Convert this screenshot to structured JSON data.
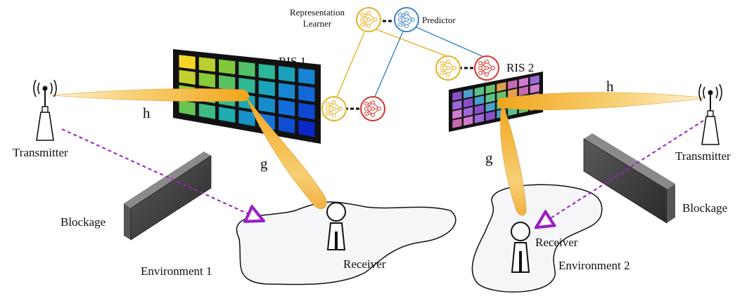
{
  "labels": {
    "representation_learner_line1": "Representation",
    "representation_learner_line2": "Learner",
    "predictor": "Predictor",
    "ris1": "RIS 1",
    "ris2": "RIS 2",
    "h_left": "h",
    "h_right": "h",
    "g_left": "g",
    "g_right": "g",
    "transmitter_left": "Transmitter",
    "transmitter_right": "Transmitter",
    "blockage_left": "Blockage",
    "blockage_right": "Blockage",
    "receiver_left": "Receiver",
    "receiver_right": "Receiver",
    "environment1": "Environment 1",
    "environment2": "Environment 2"
  },
  "colors": {
    "learner": "#e8b020",
    "predictor": "#3b82c4",
    "predictor_local": "#d8322a",
    "beam": "#f0b43a",
    "blocked_signal": "#9b1fc2",
    "blockage": "#3a3a3a"
  }
}
